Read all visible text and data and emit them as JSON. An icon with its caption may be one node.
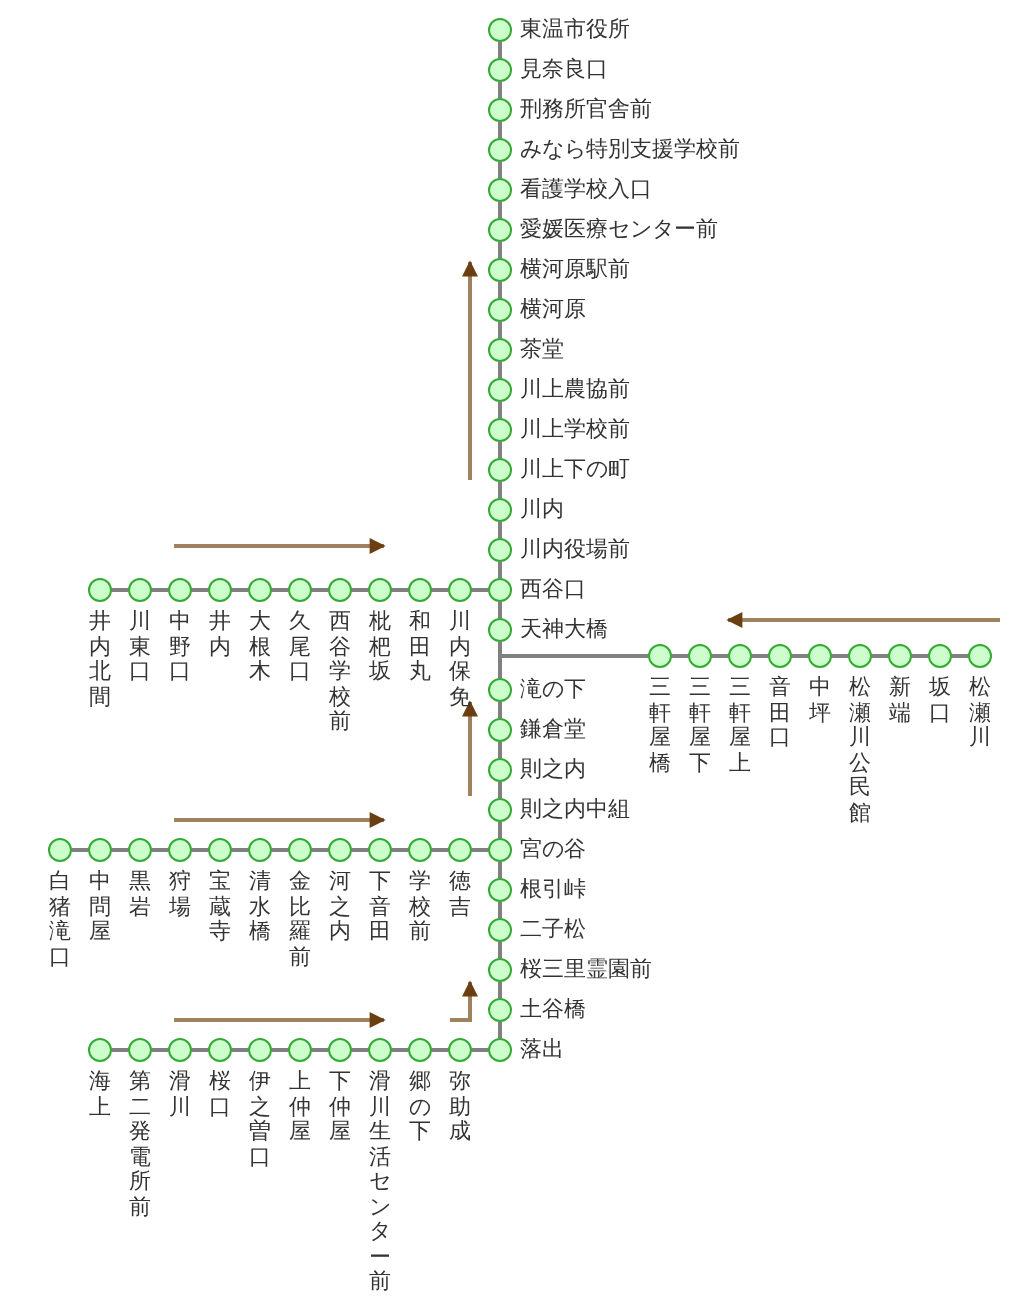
{
  "diagram": {
    "nodes": [
      {
        "text": [
          "東温市役所"
        ]
      },
      {
        "text": [
          "見奈良口"
        ]
      },
      {
        "text": [
          "刑務所官舎前"
        ]
      },
      {
        "text": [
          "みなら特別支援学校前"
        ]
      },
      {
        "text": [
          "看護学校入口"
        ]
      },
      {
        "text": [
          "愛媛医療センター前"
        ]
      },
      {
        "text": [
          "横河原駅前"
        ]
      },
      {
        "text": [
          "横河原"
        ]
      },
      {
        "text": [
          "茶堂"
        ]
      },
      {
        "text": [
          "川上農協前"
        ]
      },
      {
        "text": [
          "川上学校前"
        ]
      },
      {
        "text": [
          "川上下の町"
        ]
      },
      {
        "text": [
          "川内"
        ]
      },
      {
        "text": [
          "川内役場前"
        ]
      },
      {
        "text": [
          "西谷口"
        ]
      },
      {
        "text": [
          "天神大橋"
        ]
      },
      {
        "text": [
          "滝の下"
        ]
      },
      {
        "text": [
          "鎌倉堂"
        ]
      },
      {
        "text": [
          "則之内"
        ]
      },
      {
        "text": [
          "則之内中組"
        ]
      },
      {
        "text": [
          "宮の谷"
        ]
      },
      {
        "text": [
          "根引峠"
        ]
      },
      {
        "text": [
          "二子松"
        ]
      },
      {
        "text": [
          "桜三里霊園前"
        ]
      },
      {
        "text": [
          "土谷橋"
        ]
      },
      {
        "text": [
          "落出"
        ]
      },
      {
        "text": [
          "川内保免"
        ]
      },
      {
        "text": [
          "和田丸"
        ]
      },
      {
        "text": [
          "枇杷坂"
        ]
      },
      {
        "text": [
          "西谷学校前"
        ]
      },
      {
        "text": [
          "久尾口"
        ]
      },
      {
        "text": [
          "大根木"
        ]
      },
      {
        "text": [
          "井内"
        ]
      },
      {
        "text": [
          "中野口"
        ]
      },
      {
        "text": [
          "川東口"
        ]
      },
      {
        "text": [
          "井内北間"
        ]
      },
      {
        "text": [
          "三軒屋橋"
        ]
      },
      {
        "text": [
          "三軒屋下"
        ]
      },
      {
        "text": [
          "三軒屋上"
        ]
      },
      {
        "text": [
          "音田口"
        ]
      },
      {
        "text": [
          "中坪"
        ]
      },
      {
        "text": [
          "松瀬川公民館"
        ]
      },
      {
        "text": [
          "新端"
        ]
      },
      {
        "text": [
          "坂口"
        ]
      },
      {
        "text": [
          "松瀬川"
        ]
      },
      {
        "text": [
          "徳吉"
        ]
      },
      {
        "text": [
          "学校前"
        ]
      },
      {
        "text": [
          "下音田"
        ]
      },
      {
        "text": [
          "河之内"
        ]
      },
      {
        "text": [
          "金比羅前"
        ]
      },
      {
        "text": [
          "清水橋"
        ]
      },
      {
        "text": [
          "宝蔵寺"
        ]
      },
      {
        "text": [
          "狩場"
        ]
      },
      {
        "text": [
          "黒岩"
        ]
      },
      {
        "text": [
          "中問屋"
        ]
      },
      {
        "text": [
          "白猪滝口"
        ]
      },
      {
        "text": [
          "弥助成"
        ]
      },
      {
        "text": [
          "郷の下"
        ]
      },
      {
        "text": [
          "滑川生活センター前"
        ]
      },
      {
        "text": [
          "下仲屋"
        ]
      },
      {
        "text": [
          "上仲屋"
        ]
      },
      {
        "text": [
          "伊之曽口"
        ]
      },
      {
        "text": [
          "桜口"
        ]
      },
      {
        "text": [
          "滑川"
        ]
      },
      {
        "text": [
          "第二発電所前"
        ]
      },
      {
        "text": [
          "海上"
        ]
      }
    ],
    "edges": [
      {
        "from": 0,
        "to": 1,
        "arrow": "none"
      },
      {
        "from": 1,
        "to": 2,
        "arrow": "none"
      },
      {
        "from": 2,
        "to": 3,
        "arrow": "none"
      },
      {
        "from": 3,
        "to": 4,
        "arrow": "none"
      },
      {
        "from": 4,
        "to": 5,
        "arrow": "none"
      },
      {
        "from": 5,
        "to": 6,
        "arrow": "none"
      },
      {
        "from": 6,
        "to": 7,
        "arrow": "none"
      },
      {
        "from": 7,
        "to": 8,
        "arrow": "none"
      },
      {
        "from": 8,
        "to": 9,
        "arrow": "none"
      },
      {
        "from": 9,
        "to": 10,
        "arrow": "none"
      },
      {
        "from": 10,
        "to": 11,
        "arrow": "none"
      },
      {
        "from": 11,
        "to": 12,
        "arrow": "none"
      },
      {
        "from": 12,
        "to": 13,
        "arrow": "none"
      },
      {
        "from": 13,
        "to": 14,
        "arrow": "none"
      },
      {
        "from": 14,
        "to": 15,
        "arrow": "none"
      },
      {
        "from": 15,
        "to": 16,
        "arrow": "none"
      },
      {
        "from": 16,
        "to": 17,
        "arrow": "none"
      },
      {
        "from": 17,
        "to": 18,
        "arrow": "none"
      },
      {
        "from": 18,
        "to": 19,
        "arrow": "none"
      },
      {
        "from": 19,
        "to": 20,
        "arrow": "none"
      },
      {
        "from": 20,
        "to": 21,
        "arrow": "none"
      },
      {
        "from": 21,
        "to": 22,
        "arrow": "none"
      },
      {
        "from": 22,
        "to": 23,
        "arrow": "none"
      },
      {
        "from": 23,
        "to": 24,
        "arrow": "none"
      },
      {
        "from": 24,
        "to": 25,
        "arrow": "none"
      },
      {
        "from": 14,
        "to": 26,
        "arrow": "none"
      },
      {
        "from": 26,
        "to": 27,
        "arrow": "none"
      },
      {
        "from": 27,
        "to": 28,
        "arrow": "none"
      },
      {
        "from": 28,
        "to": 29,
        "arrow": "none"
      },
      {
        "from": 29,
        "to": 30,
        "arrow": "none"
      },
      {
        "from": 30,
        "to": 31,
        "arrow": "none"
      },
      {
        "from": 31,
        "to": 32,
        "arrow": "none"
      },
      {
        "from": 32,
        "to": 33,
        "arrow": "none"
      },
      {
        "from": 33,
        "to": 34,
        "arrow": "none"
      },
      {
        "from": 34,
        "to": 35,
        "arrow": "none"
      },
      {
        "from": 15,
        "to": 36,
        "arrow": "none"
      },
      {
        "from": 36,
        "to": 37,
        "arrow": "none"
      },
      {
        "from": 37,
        "to": 38,
        "arrow": "none"
      },
      {
        "from": 38,
        "to": 39,
        "arrow": "none"
      },
      {
        "from": 39,
        "to": 40,
        "arrow": "none"
      },
      {
        "from": 40,
        "to": 41,
        "arrow": "none"
      },
      {
        "from": 41,
        "to": 42,
        "arrow": "none"
      },
      {
        "from": 42,
        "to": 43,
        "arrow": "none"
      },
      {
        "from": 43,
        "to": 44,
        "arrow": "none"
      },
      {
        "from": 20,
        "to": 45,
        "arrow": "none"
      },
      {
        "from": 45,
        "to": 46,
        "arrow": "none"
      },
      {
        "from": 46,
        "to": 47,
        "arrow": "none"
      },
      {
        "from": 47,
        "to": 48,
        "arrow": "none"
      },
      {
        "from": 48,
        "to": 49,
        "arrow": "none"
      },
      {
        "from": 49,
        "to": 50,
        "arrow": "none"
      },
      {
        "from": 50,
        "to": 51,
        "arrow": "none"
      },
      {
        "from": 51,
        "to": 52,
        "arrow": "none"
      },
      {
        "from": 52,
        "to": 53,
        "arrow": "none"
      },
      {
        "from": 53,
        "to": 54,
        "arrow": "none"
      },
      {
        "from": 54,
        "to": 55,
        "arrow": "none"
      },
      {
        "from": 25,
        "to": 56,
        "arrow": "none"
      },
      {
        "from": 56,
        "to": 57,
        "arrow": "none"
      },
      {
        "from": 57,
        "to": 58,
        "arrow": "none"
      },
      {
        "from": 58,
        "to": 59,
        "arrow": "none"
      },
      {
        "from": 59,
        "to": 60,
        "arrow": "none"
      },
      {
        "from": 60,
        "to": 61,
        "arrow": "none"
      },
      {
        "from": 61,
        "to": 62,
        "arrow": "none"
      },
      {
        "from": 62,
        "to": 63,
        "arrow": "none"
      },
      {
        "from": 63,
        "to": 64,
        "arrow": "none"
      },
      {
        "from": 64,
        "to": 65,
        "arrow": "none"
      }
    ]
  }
}
